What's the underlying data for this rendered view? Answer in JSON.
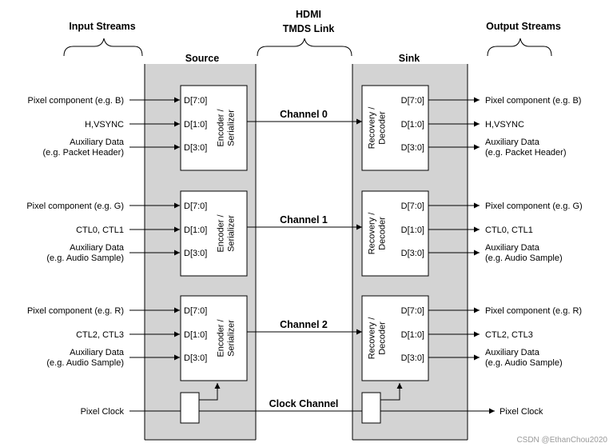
{
  "headers": {
    "input_streams": "Input Streams",
    "hdmi": "HDMI",
    "tmds_link": "TMDS Link",
    "output_streams": "Output Streams",
    "source": "Source",
    "sink": "Sink"
  },
  "channels": [
    {
      "name": "Channel 0",
      "encoder_line1": "Encoder /",
      "encoder_line2": "Serializer",
      "decoder_line1": "Recovery /",
      "decoder_line2": "Decoder",
      "ports": [
        "D[7:0]",
        "D[1:0]",
        "D[3:0]"
      ],
      "inputs": [
        {
          "line1": "Pixel component (e.g. B)",
          "line2": ""
        },
        {
          "line1": "H,VSYNC",
          "line2": ""
        },
        {
          "line1": "Auxiliary Data",
          "line2": "(e.g. Packet Header)"
        }
      ],
      "outputs": [
        {
          "line1": "Pixel component (e.g. B)",
          "line2": ""
        },
        {
          "line1": "H,VSYNC",
          "line2": ""
        },
        {
          "line1": "Auxiliary Data",
          "line2": "(e.g. Packet Header)"
        }
      ]
    },
    {
      "name": "Channel 1",
      "encoder_line1": "Encoder /",
      "encoder_line2": "Serializer",
      "decoder_line1": "Recovery /",
      "decoder_line2": "Decoder",
      "ports": [
        "D[7:0]",
        "D[1:0]",
        "D[3:0]"
      ],
      "inputs": [
        {
          "line1": "Pixel component (e.g. G)",
          "line2": ""
        },
        {
          "line1": "CTL0, CTL1",
          "line2": ""
        },
        {
          "line1": "Auxiliary Data",
          "line2": "(e.g. Audio Sample)"
        }
      ],
      "outputs": [
        {
          "line1": "Pixel component (e.g. G)",
          "line2": ""
        },
        {
          "line1": "CTL0, CTL1",
          "line2": ""
        },
        {
          "line1": "Auxiliary Data",
          "line2": "(e.g. Audio Sample)"
        }
      ]
    },
    {
      "name": "Channel 2",
      "encoder_line1": "Encoder /",
      "encoder_line2": "Serializer",
      "decoder_line1": "Recovery /",
      "decoder_line2": "Decoder",
      "ports": [
        "D[7:0]",
        "D[1:0]",
        "D[3:0]"
      ],
      "inputs": [
        {
          "line1": "Pixel component (e.g. R)",
          "line2": ""
        },
        {
          "line1": "CTL2, CTL3",
          "line2": ""
        },
        {
          "line1": "Auxiliary Data",
          "line2": "(e.g. Audio Sample)"
        }
      ],
      "outputs": [
        {
          "line1": "Pixel component (e.g. R)",
          "line2": ""
        },
        {
          "line1": "CTL2, CTL3",
          "line2": ""
        },
        {
          "line1": "Auxiliary Data",
          "line2": "(e.g. Audio Sample)"
        }
      ]
    }
  ],
  "clock": {
    "name": "Clock Channel",
    "input": "Pixel Clock",
    "output": "Pixel Clock"
  },
  "watermark": "CSDN @EthanChou2020",
  "colors": {
    "panel_fill": "#d3d3d3",
    "line": "#000000",
    "box_fill": "#ffffff"
  }
}
